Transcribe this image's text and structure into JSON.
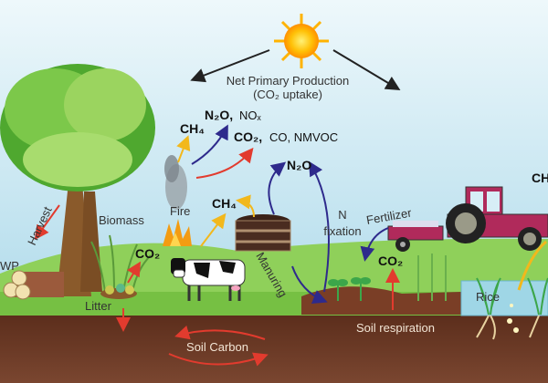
{
  "labels": {
    "npp_title": "Net Primary Production",
    "npp_sub": "(CO₂ uptake)",
    "fire_ch4": "CH₄",
    "fire_n2o": "N₂O,",
    "fire_nox": "NOₓ",
    "fire_co2": "CO₂,",
    "fire_others": "CO, NMVOC",
    "fire": "Fire",
    "manure_ch4": "CH₄",
    "n2o": "N₂O",
    "n_fixation_1": "N",
    "n_fixation_2": "fixation",
    "fertilizer": "Fertilizer",
    "soil_co2": "CO₂",
    "manuring": "Manuring",
    "biomass": "Biomass",
    "biomass_co2": "CO₂",
    "harvest": "Harvest",
    "hwp": "WP",
    "litter": "Litter",
    "soil_carbon": "Soil Carbon",
    "soil_respiration": "Soil respiration",
    "rice": "Rice",
    "rice_ch4": "CH"
  },
  "colors": {
    "co2_arrow": "#e23b2e",
    "n2o_arrow": "#2e2a8c",
    "ch4_arrow": "#f2b81c",
    "sky": "#a9d9ea",
    "grass": "#79c44a",
    "soil": "#6e3b26"
  }
}
